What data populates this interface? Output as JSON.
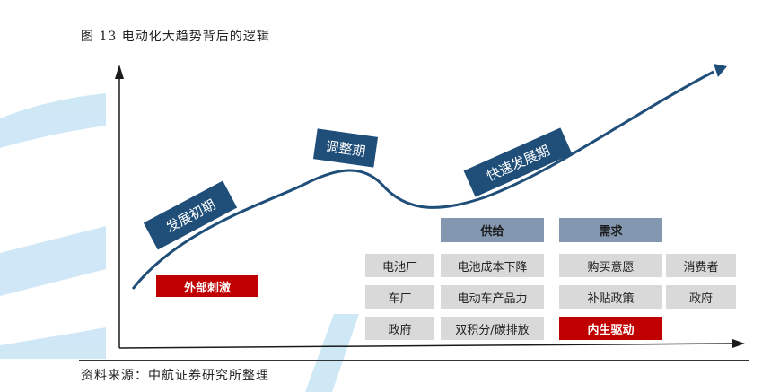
{
  "title": "图 13 电动化大趋势背后的逻辑",
  "source": "资料来源：中航证券研究所整理",
  "phases": {
    "initial": "发展初期",
    "adjust": "调整期",
    "rapid": "快速发展期"
  },
  "external_stimulus": "外部刺激",
  "supply": {
    "header": "供给",
    "rows": [
      {
        "left": "电池厂",
        "right": "电池成本下降"
      },
      {
        "left": "车厂",
        "right": "电动车产品力"
      },
      {
        "left": "政府",
        "right": "双积分/碳排放"
      }
    ]
  },
  "demand": {
    "header": "需求",
    "rows": [
      {
        "left": "购买意愿",
        "right": "消费者"
      },
      {
        "left": "补贴政策",
        "right": "政府"
      }
    ],
    "internal_drive": "内生驱动"
  },
  "colors": {
    "phase_bg": "#1f4e79",
    "curve": "#1f4e79",
    "header_bg": "#8497b0",
    "red": "#c00000",
    "gray": "#d9d9d9",
    "watermark": "#bfe0f3"
  }
}
